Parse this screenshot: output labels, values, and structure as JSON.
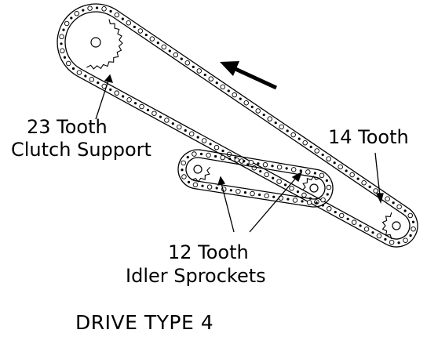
{
  "labels": {
    "large_sprocket": [
      "23 Tooth",
      "Clutch Support"
    ],
    "drive_sprocket": "14 Tooth",
    "idler_sprockets": [
      "12 Tooth",
      "Idler Sprockets"
    ],
    "title": "DRIVE TYPE 4"
  },
  "icons": {
    "direction_arrow": "arrow-up-left-icon"
  }
}
